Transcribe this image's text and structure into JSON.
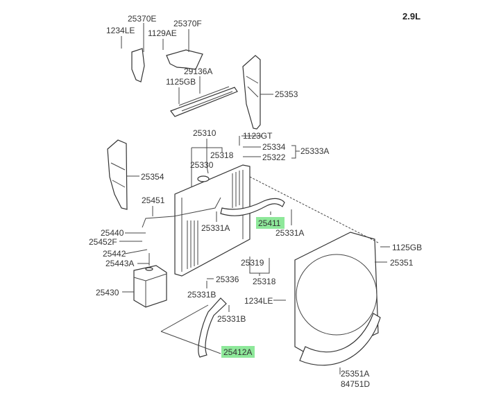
{
  "engine_label": "2.9L",
  "highlight_color": "#8ee89a",
  "parts": [
    {
      "id": "p1",
      "text": "25370E"
    },
    {
      "id": "p2",
      "text": "1234LE"
    },
    {
      "id": "p3",
      "text": "25370F"
    },
    {
      "id": "p4",
      "text": "1129AE"
    },
    {
      "id": "p5",
      "text": "29136A"
    },
    {
      "id": "p6",
      "text": "1125GB"
    },
    {
      "id": "p7",
      "text": "25353"
    },
    {
      "id": "p8",
      "text": "25310"
    },
    {
      "id": "p9",
      "text": "1123GT"
    },
    {
      "id": "p10",
      "text": "25334"
    },
    {
      "id": "p11",
      "text": "25333A"
    },
    {
      "id": "p12",
      "text": "25318"
    },
    {
      "id": "p13",
      "text": "25322"
    },
    {
      "id": "p14",
      "text": "25330"
    },
    {
      "id": "p15",
      "text": "25354"
    },
    {
      "id": "p16",
      "text": "25451"
    },
    {
      "id": "p17",
      "text": "25411",
      "highlighted": true
    },
    {
      "id": "p18",
      "text": "25331A"
    },
    {
      "id": "p19",
      "text": "25331A"
    },
    {
      "id": "p20",
      "text": "25440"
    },
    {
      "id": "p21",
      "text": "25452F"
    },
    {
      "id": "p22",
      "text": "1125GB"
    },
    {
      "id": "p23",
      "text": "25442"
    },
    {
      "id": "p24",
      "text": "25443A"
    },
    {
      "id": "p25",
      "text": "25319"
    },
    {
      "id": "p26",
      "text": "25351"
    },
    {
      "id": "p27",
      "text": "25336"
    },
    {
      "id": "p28",
      "text": "25318"
    },
    {
      "id": "p29",
      "text": "25430"
    },
    {
      "id": "p30",
      "text": "25331B"
    },
    {
      "id": "p31",
      "text": "1234LE"
    },
    {
      "id": "p32",
      "text": "25331B"
    },
    {
      "id": "p33",
      "text": "25412A",
      "highlighted": true
    },
    {
      "id": "p34",
      "text": "25351A"
    },
    {
      "id": "p35",
      "text": "84751D"
    }
  ]
}
